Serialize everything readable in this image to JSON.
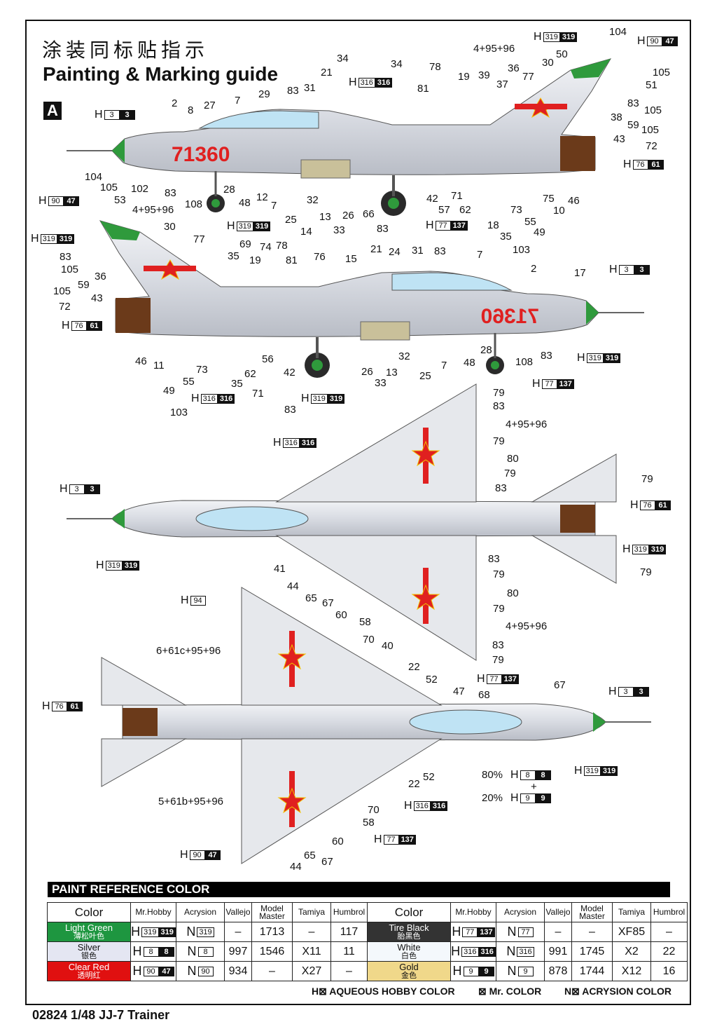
{
  "header": {
    "title_cn": "涂装同标贴指示",
    "title_en": "Painting & Marking guide",
    "scheme": "A",
    "serial": "71360"
  },
  "views": {
    "side1": {
      "callouts": [
        "2",
        "8",
        "27",
        "7",
        "29",
        "83",
        "31",
        "21",
        "34",
        "34",
        "78",
        "81",
        "19",
        "39",
        "37",
        "36",
        "77",
        "30",
        "50",
        "104",
        "105",
        "51",
        "83",
        "105",
        "38",
        "59",
        "105",
        "43",
        "72",
        "102",
        "83",
        "28",
        "108",
        "48",
        "12",
        "7",
        "25",
        "14",
        "32",
        "13",
        "26",
        "33",
        "66",
        "83",
        "42",
        "71",
        "57",
        "62",
        "18",
        "73",
        "35",
        "55",
        "49",
        "103",
        "75",
        "10",
        "46",
        "4+95+96",
        "105",
        "53",
        "4+95+96"
      ],
      "tags": [
        {
          "p": "H",
          "a": "3",
          "b": "3"
        },
        {
          "p": "H",
          "a": "316",
          "b": "316"
        },
        {
          "p": "H",
          "a": "319",
          "b": "319"
        },
        {
          "p": "H",
          "a": "90",
          "b": "47"
        },
        {
          "p": "H",
          "a": "76",
          "b": "61"
        },
        {
          "p": "H",
          "a": "77",
          "b": "137"
        },
        {
          "p": "H",
          "a": "319",
          "b": "319"
        },
        {
          "p": "H",
          "a": "90",
          "b": "47"
        },
        {
          "p": "H",
          "a": "319",
          "b": "319"
        }
      ]
    },
    "side2": {
      "callouts": [
        "104",
        "30",
        "77",
        "83",
        "105",
        "36",
        "59",
        "105",
        "43",
        "72",
        "35",
        "69",
        "19",
        "74",
        "78",
        "81",
        "76",
        "15",
        "21",
        "24",
        "31",
        "83",
        "7",
        "2",
        "17",
        "46",
        "11",
        "73",
        "49",
        "55",
        "35",
        "62",
        "71",
        "103",
        "56",
        "42",
        "83",
        "26",
        "13",
        "33",
        "32",
        "25",
        "7",
        "48",
        "28",
        "108",
        "83"
      ],
      "tags": [
        {
          "p": "H",
          "a": "3",
          "b": "3"
        },
        {
          "p": "H",
          "a": "76",
          "b": "61"
        },
        {
          "p": "H",
          "a": "316",
          "b": "316"
        },
        {
          "p": "H",
          "a": "319",
          "b": "319"
        },
        {
          "p": "H",
          "a": "77",
          "b": "137"
        },
        {
          "p": "H",
          "a": "319",
          "b": "319"
        }
      ]
    },
    "top": {
      "callouts": [
        "79",
        "83",
        "4+95+96",
        "79",
        "80",
        "79",
        "83",
        "79",
        "79",
        "83",
        "79",
        "80",
        "79",
        "4+95+96",
        "83",
        "79",
        "41"
      ],
      "tags": [
        {
          "p": "H",
          "a": "316",
          "b": "316"
        },
        {
          "p": "H",
          "a": "3",
          "b": "3"
        },
        {
          "p": "H",
          "a": "319",
          "b": "319"
        },
        {
          "p": "H",
          "a": "76",
          "b": "61"
        },
        {
          "p": "H",
          "a": "319",
          "b": "319"
        }
      ]
    },
    "bottom": {
      "callouts": [
        "44",
        "65",
        "67",
        "60",
        "58",
        "70",
        "40",
        "6+61c+95+96",
        "22",
        "52",
        "47",
        "68",
        "67",
        "22",
        "52",
        "70",
        "58",
        "60",
        "5+61b+95+96",
        "44",
        "65",
        "67",
        "80%",
        "+",
        "20%"
      ],
      "tags": [
        {
          "p": "H",
          "a": "94",
          "b": ""
        },
        {
          "p": "H",
          "a": "77",
          "b": "137"
        },
        {
          "p": "H",
          "a": "3",
          "b": "3"
        },
        {
          "p": "H",
          "a": "76",
          "b": "61"
        },
        {
          "p": "H",
          "a": "319",
          "b": "319"
        },
        {
          "p": "H",
          "a": "8",
          "b": "8"
        },
        {
          "p": "H",
          "a": "9",
          "b": "9"
        },
        {
          "p": "H",
          "a": "316",
          "b": "316"
        },
        {
          "p": "H",
          "a": "77",
          "b": "137"
        },
        {
          "p": "H",
          "a": "90",
          "b": "47"
        }
      ]
    }
  },
  "table": {
    "title": "PAINT  REFERENCE COLOR",
    "headers": [
      "Color",
      "Mr.Hobby",
      "Acrysion",
      "Vallejo",
      "Model Master",
      "Tamiya",
      "Humbrol"
    ],
    "rows": [
      [
        {
          "en": "Light Green",
          "cn": "薄松叶色",
          "bg": "#1e9640",
          "fg": "#ffffff",
          "h": [
            "319",
            "319"
          ],
          "n": "319",
          "v": "–",
          "mm": "1713",
          "t": "–",
          "hu": "117"
        },
        {
          "en": "Tire Black",
          "cn": "胎黑色",
          "bg": "#333333",
          "fg": "#ffffff",
          "h": [
            "77",
            "137"
          ],
          "n": "77",
          "v": "–",
          "mm": "–",
          "t": "XF85",
          "hu": "–"
        }
      ],
      [
        {
          "en": "Silver",
          "cn": "银色",
          "bg": "#e4e6f2",
          "fg": "#111111",
          "h": [
            "8",
            "8"
          ],
          "n": "8",
          "v": "997",
          "mm": "1546",
          "t": "X11",
          "hu": "11"
        },
        {
          "en": "White",
          "cn": "白色",
          "bg": "#f4f8fc",
          "fg": "#111111",
          "h": [
            "316",
            "316"
          ],
          "n": "316",
          "v": "991",
          "mm": "1745",
          "t": "X2",
          "hu": "22"
        }
      ],
      [
        {
          "en": "Clear Red",
          "cn": "透明红",
          "bg": "#e01010",
          "fg": "#ffffff",
          "h": [
            "90",
            "47"
          ],
          "n": "90",
          "v": "934",
          "mm": "–",
          "t": "X27",
          "hu": "–"
        },
        {
          "en": "Gold",
          "cn": "金色",
          "bg": "#f0d88a",
          "fg": "#111111",
          "h": [
            "9",
            "9"
          ],
          "n": "9",
          "v": "878",
          "mm": "1744",
          "t": "X12",
          "hu": "16"
        }
      ]
    ],
    "legend": [
      "H⊠ AQUEOUS HOBBY COLOR",
      "⊠ Mr. COLOR",
      "N⊠ ACRYSION COLOR"
    ]
  },
  "footer": "02824 1/48 JJ-7 Trainer",
  "colors": {
    "silver": "#dfe2e8",
    "green": "#2f9a3c",
    "red": "#e02020",
    "gold": "#f2c200",
    "tire": "#2a2a2a",
    "exhaust": "#6b3a1a",
    "canopy": "#bfe3f4"
  }
}
